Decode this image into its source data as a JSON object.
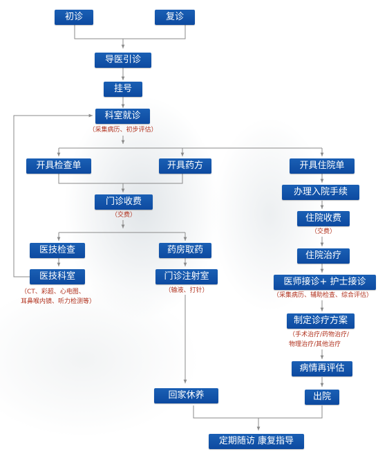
{
  "nodes": {
    "first_visit": "初诊",
    "return_visit": "复诊",
    "triage": "导医引诊",
    "registration": "挂号",
    "department_visit": "科室就诊",
    "exam_order": "开具检查单",
    "prescription": "开具药方",
    "admission_order": "开具住院单",
    "outpatient_fee": "门诊收费",
    "admission_procedure": "办理入院手续",
    "inpatient_fee": "住院收费",
    "medical_exam": "医技检查",
    "pharmacy": "药房取药",
    "inpatient_treatment": "住院治疗",
    "tech_department": "医技科室",
    "injection_room": "门诊注射室",
    "handover": "医师接诊+ 护士接诊",
    "treatment_plan": "制定诊疗方案",
    "reassessment": "病情再评估",
    "home_rest": "回家休养",
    "discharge": "出院",
    "followup": "定期随访 康复指导"
  },
  "notes": {
    "department_visit": "（采集病历、初步评估）",
    "outpatient_fee": "（交费）",
    "inpatient_fee": "（交费）",
    "tech_department_line1": "（CT、彩超、心电图、",
    "tech_department_line2": "耳鼻喉内镜、听力检测等）",
    "injection_room": "（输液、打针）",
    "handover": "（采集病历、辅助检查、综合评估）",
    "treatment_plan_line1": "（手术治疗/药物治疗/",
    "treatment_plan_line2": "物理治疗/其他治疗"
  },
  "colors": {
    "node_fill": "#1358ad",
    "note_text": "#b0301c",
    "connector": "#8a8a8a"
  }
}
